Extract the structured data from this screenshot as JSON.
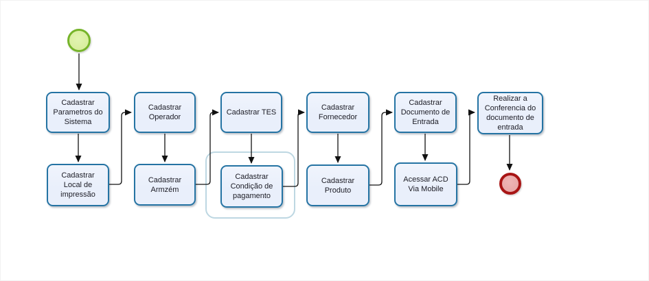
{
  "diagram": {
    "type": "bpmn-flowchart",
    "language": "pt-BR",
    "start_event": {
      "name": "start"
    },
    "end_event": {
      "name": "end"
    },
    "nodes": [
      {
        "id": "parametros",
        "label": "Cadastrar\nParametros do\nSistema"
      },
      {
        "id": "local-impressao",
        "label": "Cadastrar\nLocal de\nimpressão"
      },
      {
        "id": "operador",
        "label": "Cadastrar\nOperador"
      },
      {
        "id": "armzem",
        "label": "Cadastrar\nArmzém"
      },
      {
        "id": "tes",
        "label": "Cadastrar TES"
      },
      {
        "id": "condicao-pagamento",
        "label": "Cadastrar\nCondição de\npagamento"
      },
      {
        "id": "fornecedor",
        "label": "Cadastrar\nFornecedor"
      },
      {
        "id": "produto",
        "label": "Cadastrar\nProduto"
      },
      {
        "id": "documento-entrada",
        "label": "Cadastrar\nDocumento de\nEntrada"
      },
      {
        "id": "acd-mobile",
        "label": "Acessar ACD\nVia Mobile"
      },
      {
        "id": "realizar-conferencia",
        "label": "Realizar a\nConferencia do\ndocumento de\nentrada"
      }
    ],
    "flow": [
      "start",
      "parametros",
      "local-impressao",
      "operador",
      "armzem",
      "tes",
      "condicao-pagamento",
      "fornecedor",
      "produto",
      "documento-entrada",
      "acd-mobile",
      "realizar-conferencia",
      "end"
    ],
    "group": {
      "contains": [
        "condicao-pagamento"
      ]
    },
    "colors": {
      "task-fill": "#e9effb",
      "task-border": "#2473a3",
      "task-text": "#1b1b24",
      "start-fill": "#d8ee9e",
      "start-border": "#76b42a",
      "end-fill": "#e9a9a9",
      "end-border": "#a81515",
      "group-border": "#bdd7e2",
      "connector": "#111111"
    }
  }
}
